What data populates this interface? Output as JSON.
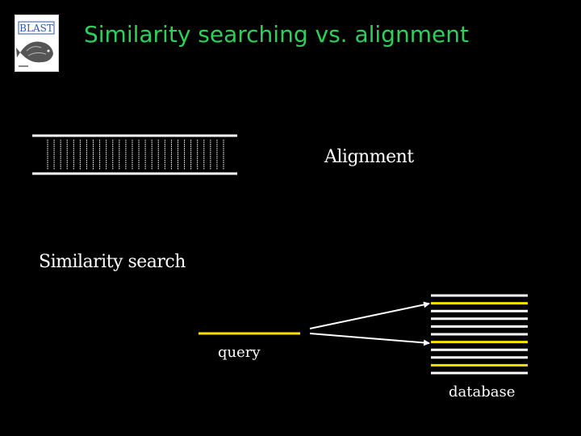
{
  "title": "Similarity searching vs. alignment",
  "logo": {
    "text": "BLAST",
    "icon": "fish-icon"
  },
  "alignment": {
    "label": "Alignment",
    "match_count": 28
  },
  "similarity_search": {
    "label": "Similarity search",
    "query_label": "query",
    "database_label": "database",
    "database_sequences": 11,
    "highlighted_sequences": [
      1,
      6,
      9
    ]
  },
  "colors": {
    "title": "#2ecf5a",
    "background": "#000000",
    "sequence": "#ffffff",
    "highlight": "#ffe000",
    "logo_blue": "#2b59a6"
  }
}
